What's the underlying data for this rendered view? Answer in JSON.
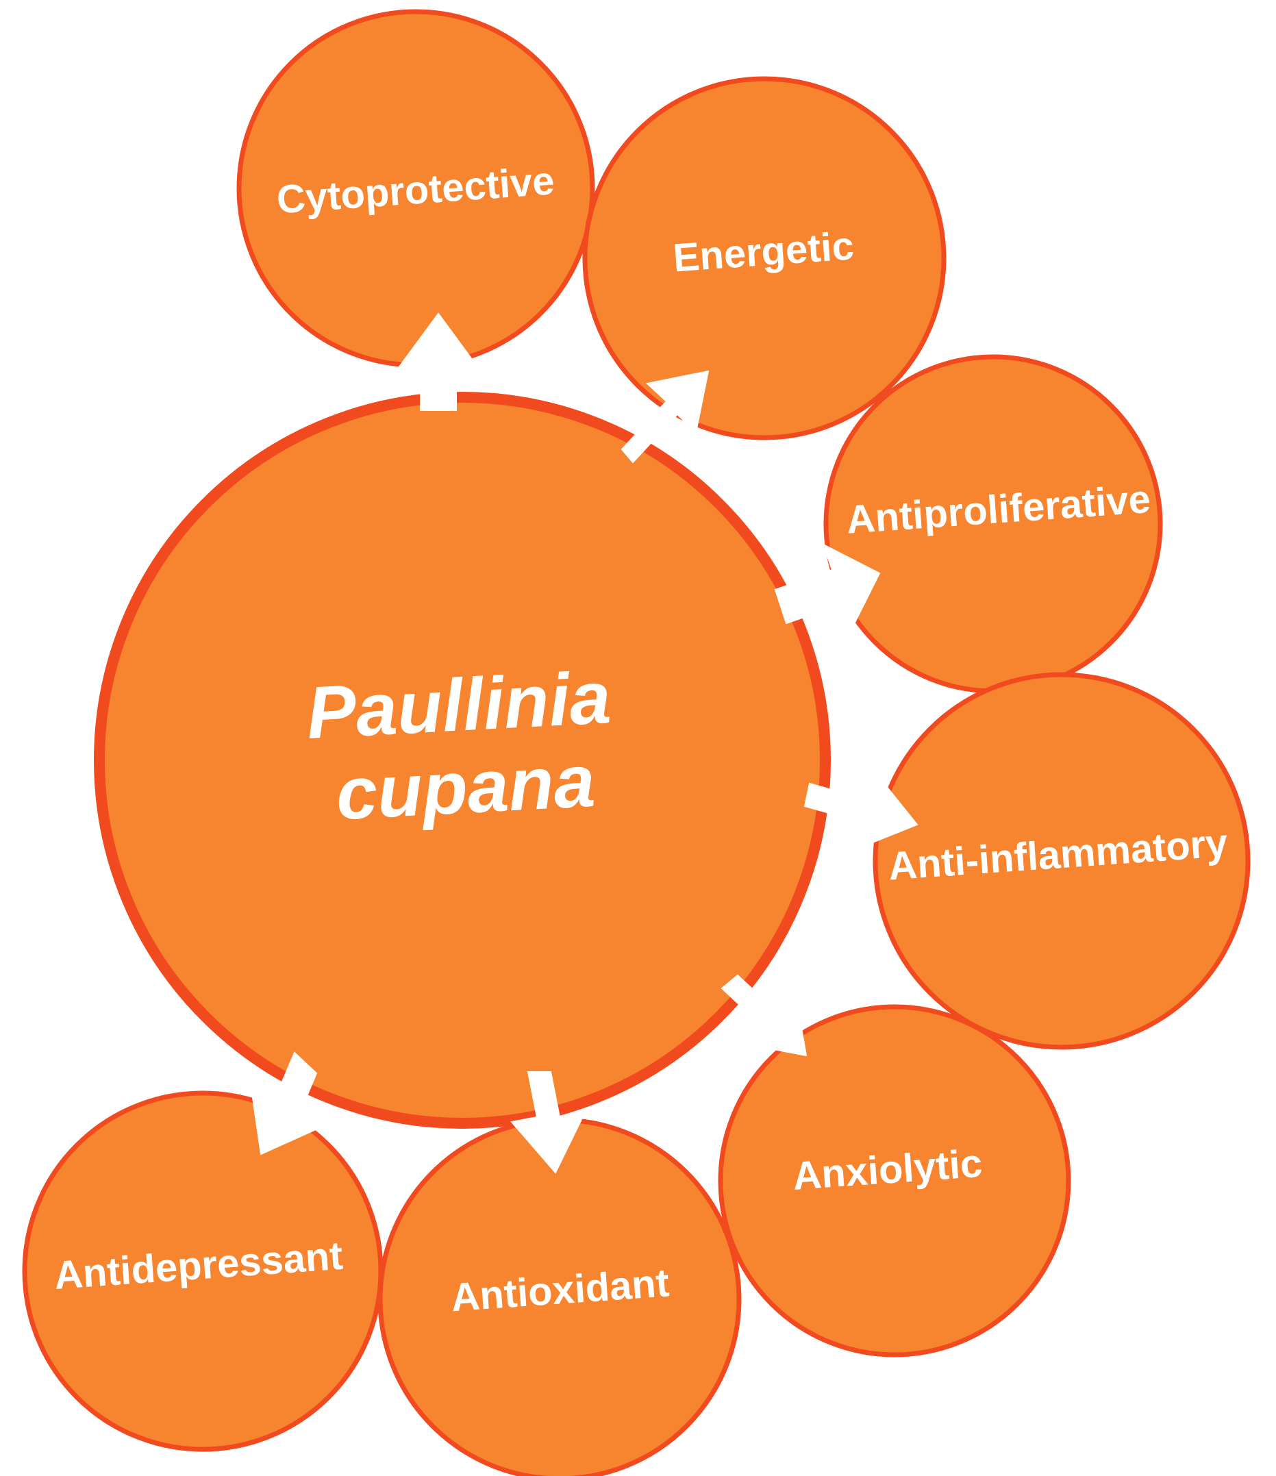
{
  "diagram": {
    "center": {
      "line1": "Paullinia",
      "line2": "cupana"
    },
    "effects": [
      {
        "id": "cytoprotective",
        "label": "Cytoprotective"
      },
      {
        "id": "energetic",
        "label": "Energetic"
      },
      {
        "id": "antiproliferative",
        "label": "Antiproliferative"
      },
      {
        "id": "anti-inflammatory",
        "label": "Anti-inflammatory"
      },
      {
        "id": "anxiolytic",
        "label": "Anxiolytic"
      },
      {
        "id": "antioxidant",
        "label": "Antioxidant"
      },
      {
        "id": "antidepressant",
        "label": "Antidepressant"
      }
    ],
    "colors": {
      "bubble_fill": "#f7842e",
      "bubble_stroke": "#f24a1f",
      "arrow": "#ffffff",
      "text": "#ffffff"
    }
  }
}
